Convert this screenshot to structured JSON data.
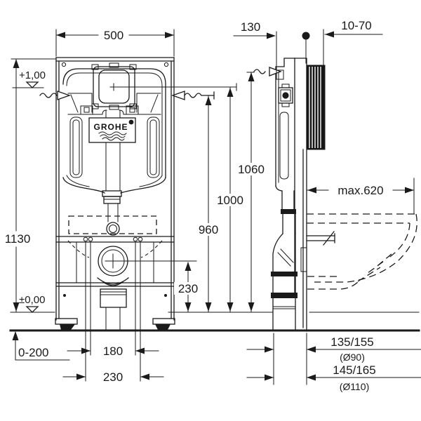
{
  "drawing": {
    "brand": "GROHE",
    "front_view": {
      "frame_width": "500",
      "frame_height": "1130",
      "level_actuator": "+1,00",
      "level_floor": "±0,00",
      "foot_adjustment_range": "0-200",
      "fixing_bolt_spacing_narrow": "180",
      "fixing_bolt_spacing_wide": "230",
      "drain_center_height": "230"
    },
    "elevations": {
      "wall_opening_height": "960",
      "actuator_center_height": "1000",
      "water_supply_height": "1060"
    },
    "side_view": {
      "frame_depth": "130",
      "wall_finish_range": "10-70",
      "max_installation_depth": "max.620",
      "drain_offset_small": "135/155",
      "drain_diameter_small": "(Ø90)",
      "drain_offset_large": "145/165",
      "drain_diameter_large": "(Ø110)"
    }
  },
  "colors": {
    "line": "#1a1a1a",
    "background": "#ffffff"
  }
}
